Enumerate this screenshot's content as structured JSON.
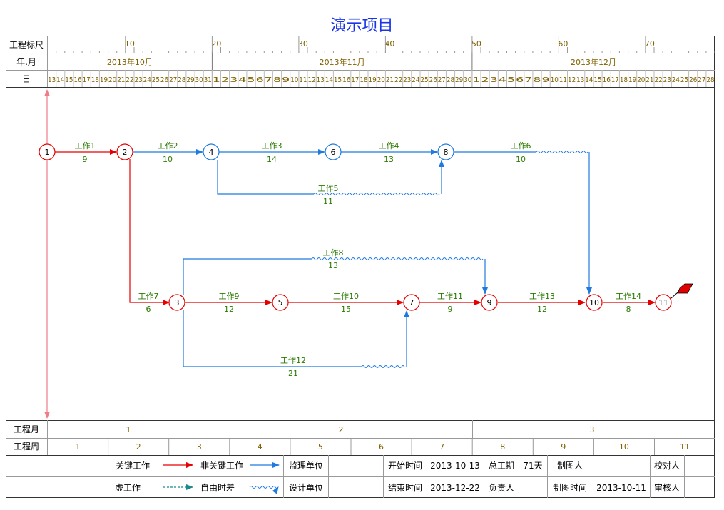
{
  "title": "演示项目",
  "header": {
    "scale_label": "工程标尺",
    "yearmonth_label": "年.月",
    "day_label": "日",
    "scale_ticks": [
      "10",
      "20",
      "30",
      "40",
      "50",
      "60",
      "70"
    ],
    "months": [
      "2013年10月",
      "2013年11月",
      "2013年12月"
    ],
    "days": [
      13,
      14,
      15,
      16,
      17,
      18,
      19,
      20,
      21,
      22,
      23,
      24,
      25,
      26,
      27,
      28,
      29,
      30,
      31,
      1,
      2,
      3,
      4,
      5,
      6,
      7,
      8,
      9,
      10,
      11,
      12,
      13,
      14,
      15,
      16,
      17,
      18,
      19,
      20,
      21,
      22,
      23,
      24,
      25,
      26,
      27,
      28,
      29,
      30,
      1,
      2,
      3,
      4,
      5,
      6,
      7,
      8,
      9,
      10,
      11,
      12,
      13,
      14,
      15,
      16,
      17,
      18,
      19,
      20,
      21,
      22,
      23,
      24,
      25,
      26,
      27,
      28
    ]
  },
  "colors": {
    "critical": "#e60000",
    "noncritical": "#1f7adf",
    "axis": "#f07c88",
    "text_green": "#2a7a00",
    "flag": "#e00000"
  },
  "nodes": [
    "1",
    "2",
    "3",
    "4",
    "5",
    "6",
    "7",
    "8",
    "9",
    "10",
    "11"
  ],
  "activities": [
    {
      "name": "工作1",
      "duration": "9",
      "critical": true
    },
    {
      "name": "工作2",
      "duration": "10",
      "critical": false
    },
    {
      "name": "工作3",
      "duration": "14",
      "critical": false
    },
    {
      "name": "工作4",
      "duration": "13",
      "critical": false
    },
    {
      "name": "工作5",
      "duration": "11",
      "critical": false
    },
    {
      "name": "工作6",
      "duration": "10",
      "critical": false
    },
    {
      "name": "工作7",
      "duration": "6",
      "critical": true
    },
    {
      "name": "工作8",
      "duration": "13",
      "critical": false
    },
    {
      "name": "工作9",
      "duration": "12",
      "critical": true
    },
    {
      "name": "工作10",
      "duration": "15",
      "critical": true
    },
    {
      "name": "工作11",
      "duration": "9",
      "critical": true
    },
    {
      "name": "工作12",
      "duration": "21",
      "critical": false
    },
    {
      "name": "工作13",
      "duration": "12",
      "critical": true
    },
    {
      "name": "工作14",
      "duration": "8",
      "critical": true
    }
  ],
  "footer": {
    "month_label": "工程月",
    "months": [
      "1",
      "2",
      "3"
    ],
    "week_label": "工程周",
    "weeks": [
      "1",
      "2",
      "3",
      "4",
      "5",
      "6",
      "7",
      "8",
      "9",
      "10",
      "11"
    ],
    "legend": {
      "critical": "关键工作",
      "noncritical": "非关键工作",
      "dummy": "虚工作",
      "float": "自由时差"
    },
    "info": {
      "supervisor_label": "监理单位",
      "design_label": "设计单位",
      "start_label": "开始时间",
      "start_value": "2013-10-13",
      "end_label": "结束时间",
      "end_value": "2013-12-22",
      "duration_label": "总工期",
      "duration_value": "71天",
      "owner_label": "负责人",
      "drafter_label": "制图人",
      "draw_time_label": "制图时间",
      "draw_time_value": "2013-10-11",
      "proofreader_label": "校对人",
      "reviewer_label": "审核人"
    }
  }
}
